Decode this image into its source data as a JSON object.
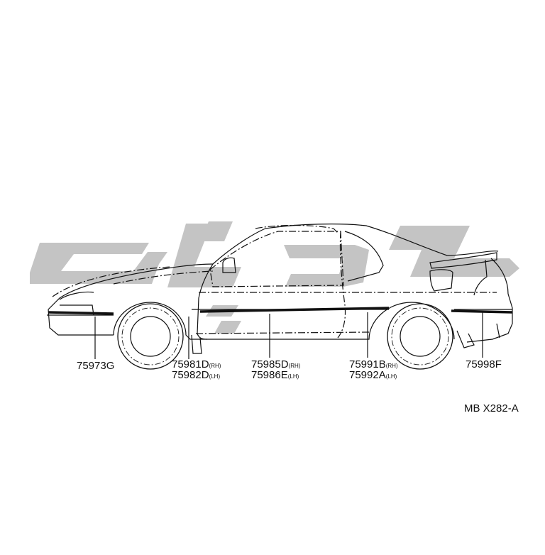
{
  "figure_code": "MB X282-A",
  "watermark_color": "#c4c4c4",
  "line_color": "#111111",
  "parts": [
    {
      "number": "75973G"
    },
    {
      "number": "75981D",
      "side": "(RH)"
    },
    {
      "number": "75982D",
      "side": "(LH)"
    },
    {
      "number": "75985D",
      "side": "(RH)"
    },
    {
      "number": "75986E",
      "side": "(LH)"
    },
    {
      "number": "75991B",
      "side": "(RH)"
    },
    {
      "number": "75992A",
      "side": "(LH)"
    },
    {
      "number": "75998F"
    }
  ]
}
